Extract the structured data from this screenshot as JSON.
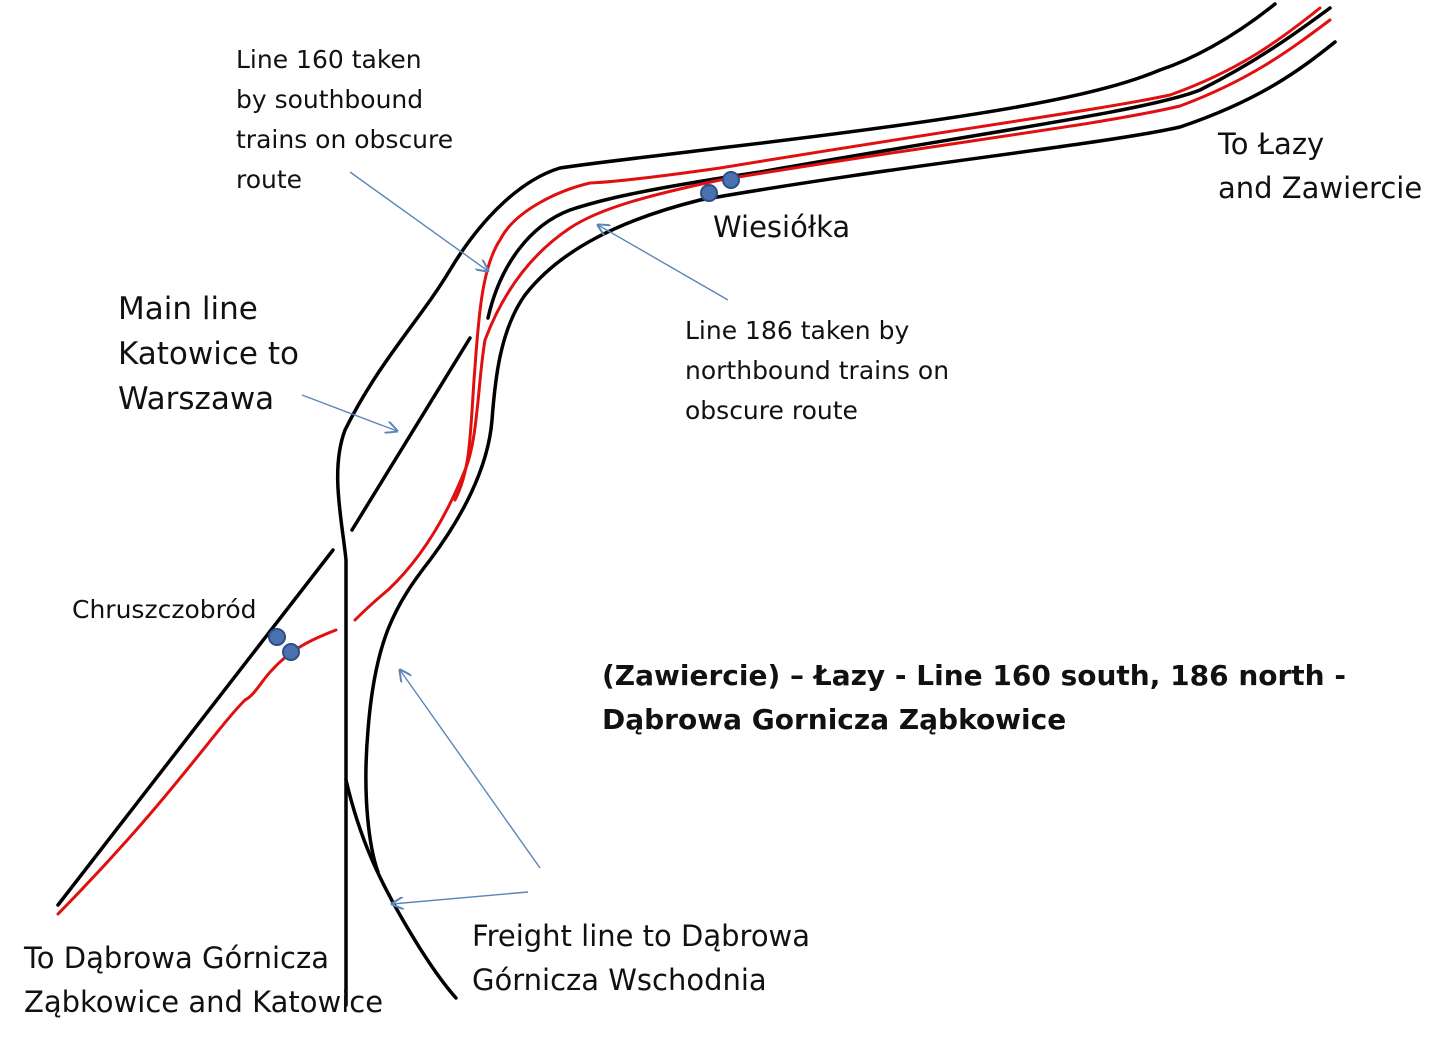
{
  "diagram": {
    "title": "(Zawiercie) – Łazy - Line 160 south, 186 north -\nDąbrowa Gornicza Ząbkowice",
    "annotations": {
      "line160": "Line 160 taken\nby southbound\ntrains on obscure\nroute",
      "line186": "Line 186 taken by\nnorthbound trains on\nobscure route",
      "main_line": "Main line\nKatowice to\nWarszawa",
      "freight_line": "Freight line to Dąbrowa\nGórnicza Wschodnia"
    },
    "destinations": {
      "north_east": "To Łazy\nand Zawiercie",
      "south_west": "To Dąbrowa Górnicza\nZąbkowice and Katowice"
    },
    "stations": {
      "wiesiolka": "Wiesiółka",
      "chruszczobrod": "Chruszczobród"
    },
    "colors": {
      "track": "#000000",
      "route": "#e01010",
      "arrow": "#5b86b8",
      "station_fill": "#4a72b0",
      "station_stroke": "#2e4f85"
    }
  }
}
